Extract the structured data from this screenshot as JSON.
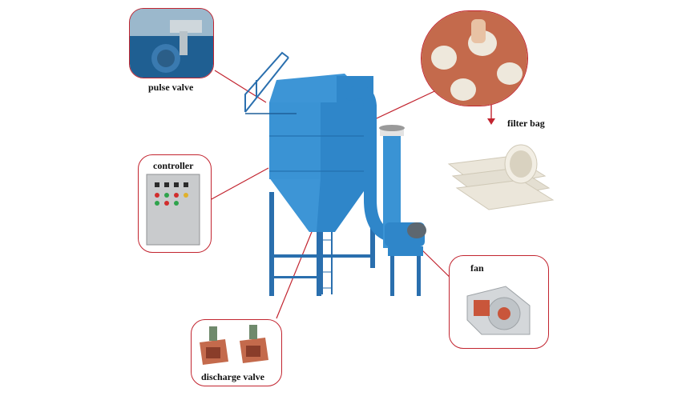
{
  "labels": {
    "pulse_valve": "pulse valve",
    "controller": "controller",
    "filter_bag": "filter bag",
    "fan": "fan",
    "discharge_valve": "discharge valve"
  },
  "colors": {
    "accent": "#c2242f",
    "equipment_blue": "#2f86c9",
    "panel_gray": "#c9cbcd",
    "valve_red": "#c46a4c",
    "fabric": "#e6e0d2"
  },
  "icons": {
    "filter_bag_arrow": "arrow-down-icon"
  }
}
